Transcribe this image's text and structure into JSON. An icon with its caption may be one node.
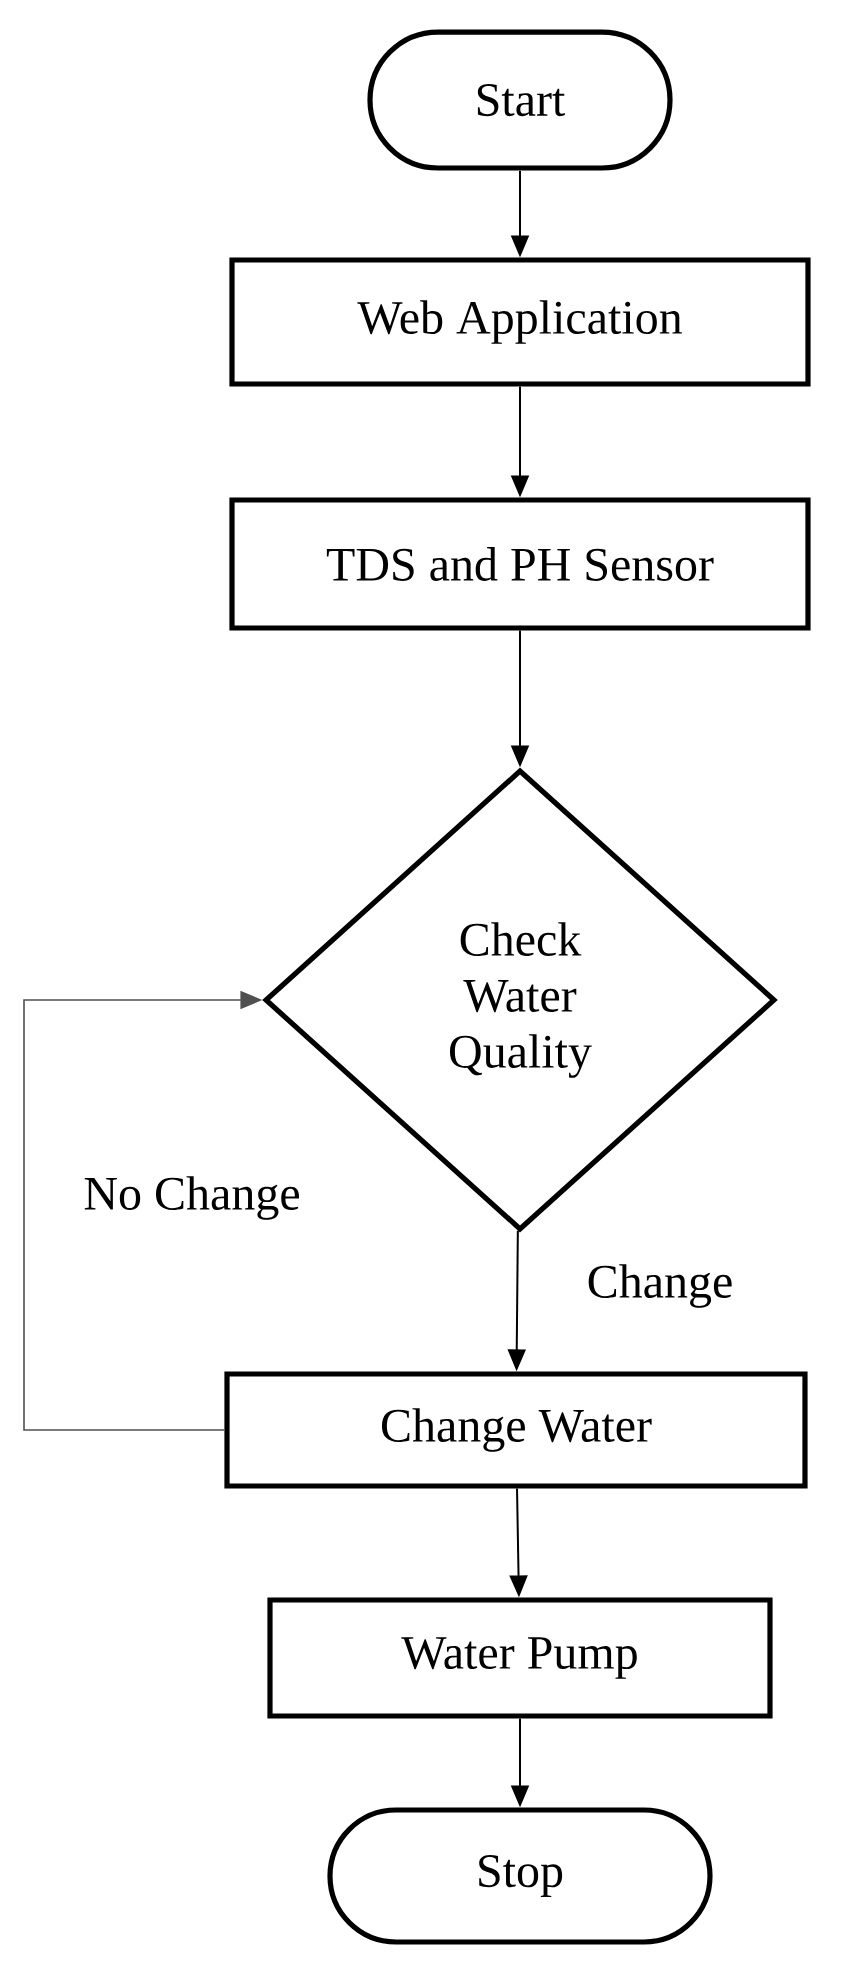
{
  "diagram": {
    "nodes": [
      {
        "text": [
          "Start"
        ]
      },
      {
        "text": [
          "Web Application"
        ]
      },
      {
        "text": [
          "TDS and PH Sensor"
        ]
      },
      {
        "text": [
          "Check Water Quality"
        ]
      },
      {
        "text": [
          "Change Water"
        ]
      },
      {
        "text": [
          "Water Pump"
        ]
      },
      {
        "text": [
          "Stop"
        ]
      }
    ],
    "edges": [
      {
        "from": 0,
        "to": 1,
        "arrow": "to"
      },
      {
        "from": 1,
        "to": 2,
        "arrow": "to"
      },
      {
        "from": 2,
        "to": 3,
        "arrow": "to"
      },
      {
        "from": 3,
        "to": 4,
        "arrow": "to",
        "label": "Change"
      },
      {
        "from": 4,
        "to": 3,
        "arrow": "to",
        "label": "No Change"
      },
      {
        "from": 4,
        "to": 5,
        "arrow": "to"
      },
      {
        "from": 5,
        "to": 6,
        "arrow": "to"
      }
    ]
  }
}
